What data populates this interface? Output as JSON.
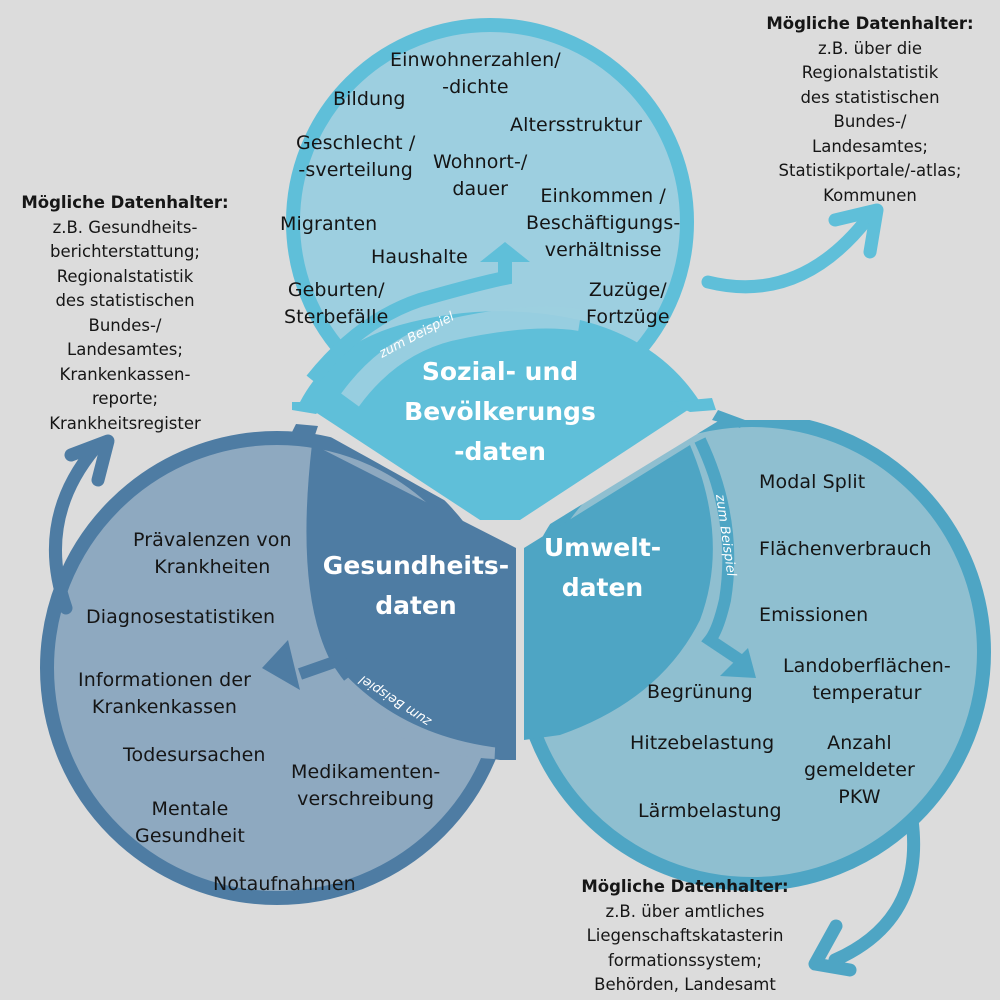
{
  "colors": {
    "background": "#dcdcdc",
    "social_dark": "#5fbfd9",
    "social_light": "#9dcfe0",
    "health_dark": "#4e7ca3",
    "health_light": "#8ea9c0",
    "env_dark": "#4ea5c4",
    "env_light": "#8fbfd0"
  },
  "categories": {
    "social": {
      "label_lines": [
        "Sozial- und",
        "Bevölkerungs",
        "-daten"
      ],
      "example_label": "zum Beispiel",
      "items": [
        {
          "lines": [
            "Einwohnerzahlen/",
            "-dichte"
          ]
        },
        {
          "lines": [
            "Bildung"
          ]
        },
        {
          "lines": [
            "Altersstruktur"
          ]
        },
        {
          "lines": [
            "Geschlecht /",
            "-sverteilung"
          ]
        },
        {
          "lines": [
            "Wohnort-/",
            "dauer"
          ]
        },
        {
          "lines": [
            "Einkommen /",
            "Beschäftigungs-",
            "verhältnisse"
          ]
        },
        {
          "lines": [
            "Migranten"
          ]
        },
        {
          "lines": [
            "Haushalte"
          ]
        },
        {
          "lines": [
            "Geburten/",
            "Sterbefälle"
          ]
        },
        {
          "lines": [
            "Zuzüge/",
            "Fortzüge"
          ]
        }
      ],
      "holders": {
        "heading": "Mögliche Datenhalter:",
        "lines": [
          "z.B. über die",
          "Regionalstatistik",
          "des statistischen",
          "Bundes-/",
          "Landesamtes;",
          "Statistikportale/-atlas;",
          "Kommunen"
        ]
      }
    },
    "health": {
      "label_lines": [
        "Gesundheits-",
        "daten"
      ],
      "example_label": "zum Beispiel",
      "items": [
        {
          "lines": [
            "Prävalenzen von",
            "Krankheiten"
          ]
        },
        {
          "lines": [
            "Diagnosestatistiken"
          ]
        },
        {
          "lines": [
            "Informationen der",
            "Krankenkassen"
          ]
        },
        {
          "lines": [
            "Todesursachen"
          ]
        },
        {
          "lines": [
            "Medikamenten-",
            "verschreibung"
          ]
        },
        {
          "lines": [
            "Mentale",
            "Gesundheit"
          ]
        },
        {
          "lines": [
            "Notaufnahmen"
          ]
        }
      ],
      "holders": {
        "heading": "Mögliche Datenhalter:",
        "lines": [
          "z.B. Gesundheits-",
          "berichterstattung;",
          "Regionalstatistik",
          "des statistischen",
          "Bundes-/",
          "Landesamtes;",
          "Krankenkassen-",
          "reporte;",
          "Krankheitsregister"
        ]
      }
    },
    "environment": {
      "label_lines": [
        "Umwelt-",
        "daten"
      ],
      "example_label": "zum Beispiel",
      "items": [
        {
          "lines": [
            "Modal Split"
          ]
        },
        {
          "lines": [
            "Flächenverbrauch"
          ]
        },
        {
          "lines": [
            "Emissionen"
          ]
        },
        {
          "lines": [
            "Landoberflächen-",
            "temperatur"
          ]
        },
        {
          "lines": [
            "Begrünung"
          ]
        },
        {
          "lines": [
            "Hitzebelastung"
          ]
        },
        {
          "lines": [
            "Anzahl",
            "gemeldeter",
            "PKW"
          ]
        },
        {
          "lines": [
            "Lärmbelastung"
          ]
        }
      ],
      "holders": {
        "heading": "Mögliche Datenhalter:",
        "lines": [
          "z.B. über amtliches",
          "Liegenschaftskatasterin",
          "formationssystem;",
          "Behörden, Landesamt"
        ]
      }
    }
  }
}
